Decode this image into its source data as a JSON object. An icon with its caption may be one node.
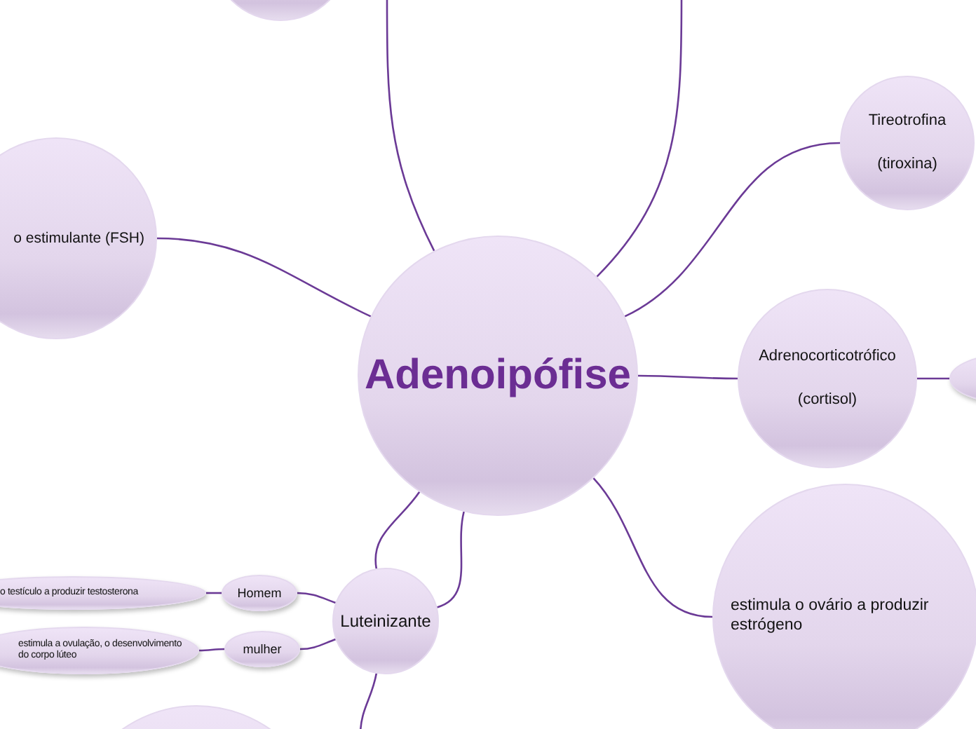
{
  "diagram": {
    "nodes": [
      {
        "text": [
          "Adenoipófise"
        ]
      },
      {
        "text": [],
        "shape": "circle"
      },
      {
        "text": [
          "o estimulante (FSH)"
        ]
      },
      {
        "text": [
          "Tireotrofina",
          "(tiroxina)"
        ]
      },
      {
        "text": [
          "Adrenocorticotrófico",
          "(cortisol)"
        ]
      },
      {
        "text": [],
        "shape": "ellipse"
      },
      {
        "text": [
          "estimula o ovário a produzir estrógeno"
        ]
      },
      {
        "text": [
          "Luteinizante"
        ]
      },
      {
        "text": [
          "Homem"
        ]
      },
      {
        "text": [
          "mulher"
        ]
      },
      {
        "text": [
          "o testículo a produzir testosterona"
        ]
      },
      {
        "text": [
          "estimula a ovulação, o desenvolvimento do corpo lúteo"
        ]
      },
      {
        "text": [],
        "shape": "circle"
      }
    ],
    "edges": [
      {
        "from": 0,
        "to": 2,
        "arrow": "none"
      },
      {
        "from": 0,
        "to": 3,
        "arrow": "none"
      },
      {
        "from": 0,
        "to": 4,
        "arrow": "none"
      },
      {
        "from": 4,
        "to": 5,
        "arrow": "none"
      },
      {
        "from": 0,
        "to": 6,
        "arrow": "none"
      },
      {
        "from": 0,
        "to": 7,
        "arrow": "none"
      },
      {
        "from": 0,
        "to": 7,
        "arrow": "none"
      },
      {
        "from": 0,
        "to": null,
        "arrow": "none"
      },
      {
        "from": 0,
        "to": null,
        "arrow": "none"
      },
      {
        "from": 7,
        "to": 8,
        "arrow": "none"
      },
      {
        "from": 7,
        "to": 9,
        "arrow": "none"
      },
      {
        "from": 8,
        "to": 10,
        "arrow": "none"
      },
      {
        "from": 9,
        "to": 11,
        "arrow": "none"
      },
      {
        "from": 7,
        "to": null,
        "arrow": "none"
      }
    ]
  }
}
